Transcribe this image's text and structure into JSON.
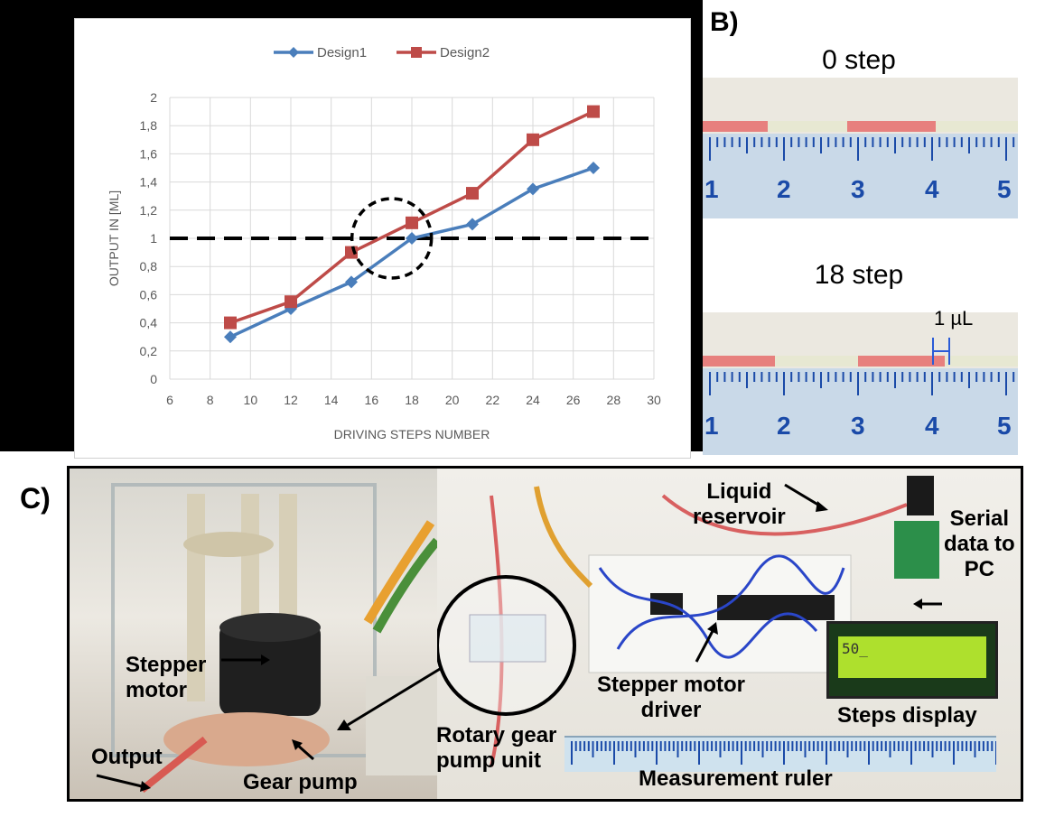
{
  "chart_data": {
    "type": "line",
    "x": [
      9,
      12,
      15,
      18,
      21,
      24,
      27
    ],
    "series": [
      {
        "name": "Design1",
        "values": [
          0.3,
          0.5,
          0.69,
          1.0,
          1.1,
          1.35,
          1.5
        ],
        "color": "#4a7ebb",
        "marker": "diamond"
      },
      {
        "name": "Design2",
        "values": [
          0.4,
          0.55,
          0.9,
          1.11,
          1.32,
          1.7,
          1.9
        ],
        "color": "#be4b48",
        "marker": "square"
      }
    ],
    "xlabel": "DRIVING STEPS NUMBER",
    "ylabel": "OUTPUT IN [ML]",
    "xlim": [
      6,
      30
    ],
    "ylim": [
      0,
      2
    ],
    "xticks": [
      6,
      8,
      10,
      12,
      14,
      16,
      18,
      20,
      22,
      24,
      26,
      28,
      30
    ],
    "yticks": [
      0,
      0.2,
      0.4,
      0.6,
      0.8,
      1,
      1.2,
      1.4,
      1.6,
      1.8,
      2
    ],
    "ytick_labels": [
      "0",
      "0,2",
      "0,4",
      "0,6",
      "0,8",
      "1",
      "1,2",
      "1,4",
      "1,6",
      "1,8",
      "2"
    ],
    "reference_line": 1,
    "highlight_circle_center": [
      17,
      1
    ],
    "legend_position": "top",
    "grid": true
  },
  "panel_b": {
    "label": "B)",
    "top_title": "0 step",
    "bottom_title": "18 step",
    "annotation": "1 µL",
    "ruler_numbers": [
      "1",
      "2",
      "3",
      "4",
      "5"
    ]
  },
  "panel_c": {
    "label": "C)",
    "annotations": {
      "stepper_motor": "Stepper\nmotor",
      "output": "Output",
      "gear_pump": "Gear pump",
      "rotary_gear": "Rotary gear\npump  unit",
      "liquid_reservoir": "Liquid\nreservoir",
      "serial_data": "Serial\ndata to\nPC",
      "stepper_driver": "Stepper motor\ndriver",
      "steps_display": "Steps display",
      "measurement_ruler": "Measurement ruler"
    },
    "lcd_text": "50_"
  }
}
